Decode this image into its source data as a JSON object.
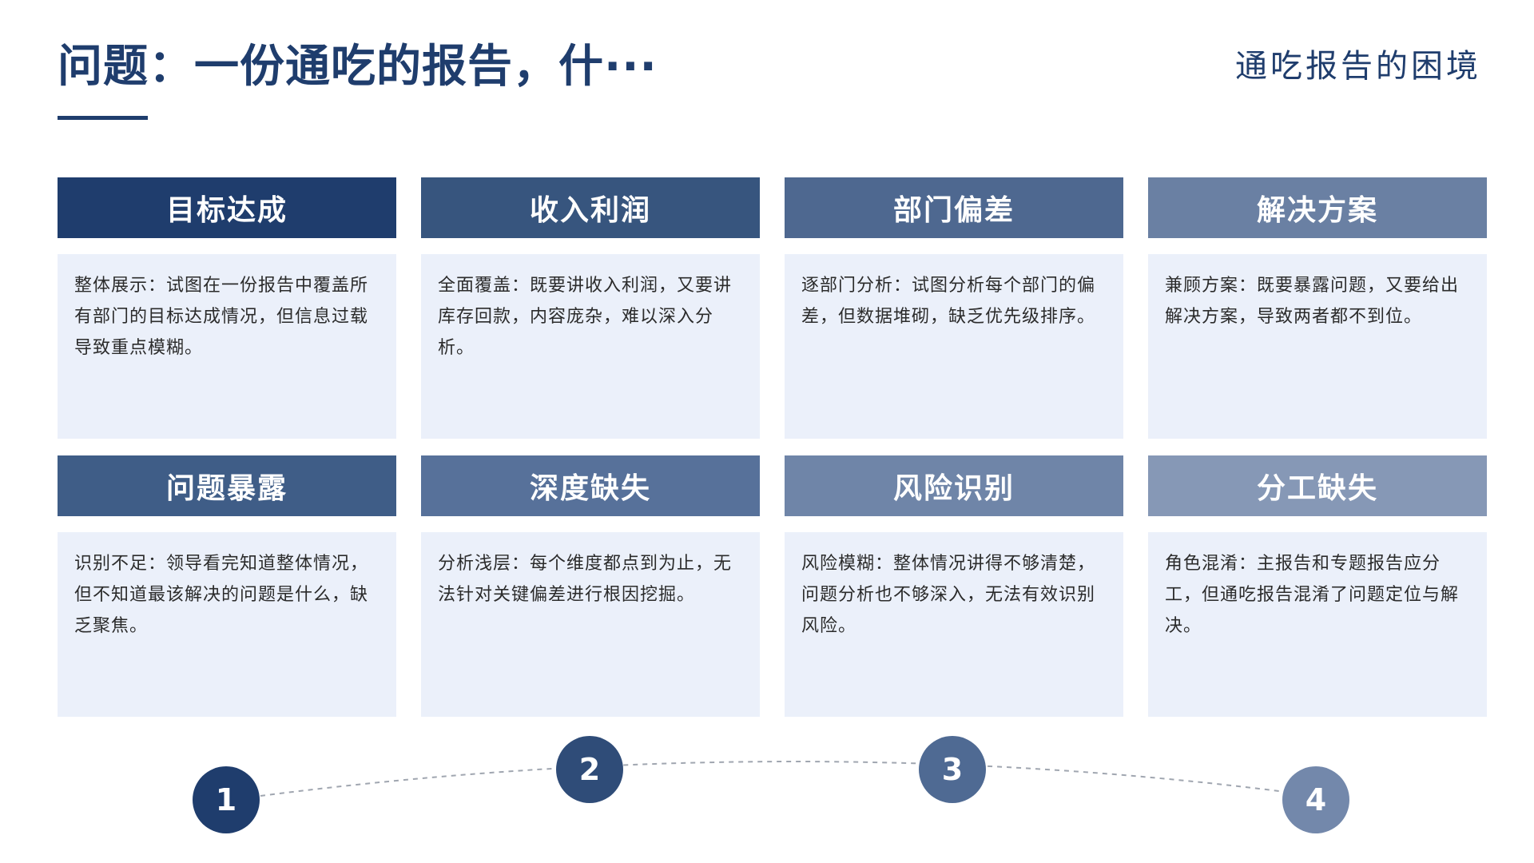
{
  "header": {
    "title": "问题：一份通吃的报告，什···",
    "subtitle": "通吃报告的困境"
  },
  "cards": [
    {
      "title": "目标达成",
      "body": "整体展示：试图在一份报告中覆盖所有部门的目标达成情况，但信息过载导致重点模糊。"
    },
    {
      "title": "收入利润",
      "body": "全面覆盖：既要讲收入利润，又要讲库存回款，内容庞杂，难以深入分析。"
    },
    {
      "title": "部门偏差",
      "body": "逐部门分析：试图分析每个部门的偏差，但数据堆砌，缺乏优先级排序。"
    },
    {
      "title": "解决方案",
      "body": "兼顾方案：既要暴露问题，又要给出解决方案，导致两者都不到位。"
    },
    {
      "title": "问题暴露",
      "body": "识别不足：领导看完知道整体情况，但不知道最该解决的问题是什么，缺乏聚焦。"
    },
    {
      "title": "深度缺失",
      "body": "分析浅层：每个维度都点到为止，无法针对关键偏差进行根因挖掘。"
    },
    {
      "title": "风险识别",
      "body": "风险模糊：整体情况讲得不够清楚，问题分析也不够深入，无法有效识别风险。"
    },
    {
      "title": "分工缺失",
      "body": "角色混淆：主报告和专题报告应分工，但通吃报告混淆了问题定位与解决。"
    }
  ],
  "steps": [
    {
      "label": "1",
      "color": "#1f3d6d"
    },
    {
      "label": "2",
      "color": "#2f4c78"
    },
    {
      "label": "3",
      "color": "#4f6a93"
    },
    {
      "label": "4",
      "color": "#7388ab"
    }
  ]
}
